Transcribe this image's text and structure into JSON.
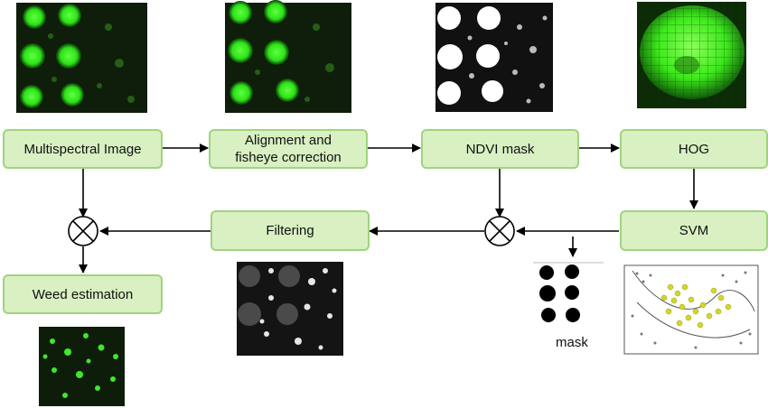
{
  "nodes": {
    "multispectral": "Multispectral Image",
    "alignment_line1": "Alignment and",
    "alignment_line2": "fisheye correction",
    "ndvi": "NDVI mask",
    "hog": "HOG",
    "svm": "SVM",
    "filtering": "Filtering",
    "weed": "Weed estimation"
  },
  "labels": {
    "mask": "mask"
  },
  "colors": {
    "box_fill": "#d8f0c2",
    "box_border": "#9fd47f",
    "plant_green": "#3cff2a",
    "svm_points": "#d4d72a"
  }
}
